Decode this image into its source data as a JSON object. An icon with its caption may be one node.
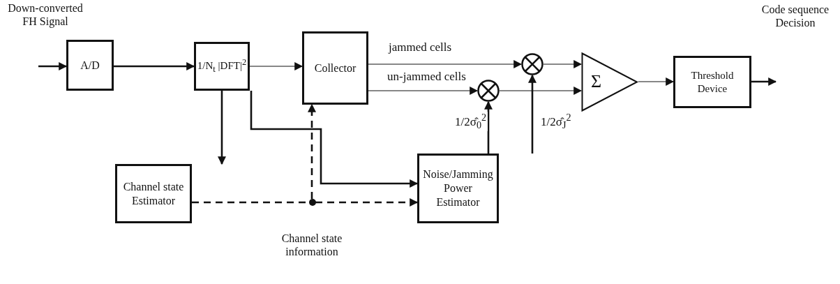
{
  "diagram": {
    "nodes": [
      {
        "text": [
          "A/D"
        ]
      },
      {
        "text": [
          "1/N$_{t}$ |DFT|$^{2}$"
        ]
      },
      {
        "text": [
          "Collector"
        ]
      },
      {
        "text": [],
        "shape": "circle"
      },
      {
        "text": [],
        "shape": "circle"
      },
      {
        "text": [
          "Σ"
        ]
      },
      {
        "text": [
          "Threshold Device"
        ]
      },
      {
        "text": [
          "Channel state Estimator"
        ]
      },
      {
        "text": [
          "Noise/Jamming Power Estimator"
        ]
      },
      {
        "text": [],
        "shape": "circle"
      }
    ],
    "edges": [
      {
        "from": null,
        "to": 0,
        "arrow": "to"
      },
      {
        "from": 0,
        "to": 1,
        "arrow": "to"
      },
      {
        "from": 1,
        "to": 2,
        "arrow": "to"
      },
      {
        "from": 1,
        "to": 7,
        "arrow": "to"
      },
      {
        "from": 1,
        "to": 8,
        "arrow": "to"
      },
      {
        "from": 2,
        "to": 3,
        "arrow": "to",
        "label": "jammed cells"
      },
      {
        "from": 2,
        "to": 4,
        "arrow": "to",
        "label": "un-jammed cells"
      },
      {
        "from": 7,
        "to": 9,
        "arrow": "none",
        "style": "dashed"
      },
      {
        "from": 9,
        "to": 2,
        "arrow": "to",
        "style": "dashed"
      },
      {
        "from": 9,
        "to": 8,
        "arrow": "to",
        "style": "dashed"
      },
      {
        "from": 8,
        "to": 4,
        "arrow": "to",
        "label": "1/2σ̂$_{0}$$^{2}$"
      },
      {
        "from": 8,
        "to": 3,
        "arrow": "to",
        "label": "1/2σ̂$_{J}$$^{2}$"
      },
      {
        "from": 3,
        "to": 5,
        "arrow": "to"
      },
      {
        "from": 4,
        "to": 5,
        "arrow": "to"
      },
      {
        "from": 5,
        "to": 6,
        "arrow": "to"
      },
      {
        "from": 6,
        "to": null,
        "arrow": "to"
      }
    ],
    "labels": [
      "Down-converted FH Signal",
      "Code sequence Decision",
      "Channel state information"
    ]
  }
}
